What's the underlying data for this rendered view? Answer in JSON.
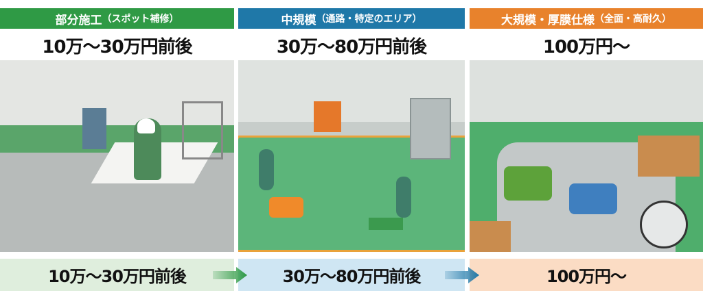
{
  "columns": [
    {
      "title": "部分施工",
      "subtitle": "（スポット補修）",
      "price": "10万〜30万円前後",
      "color": "#2f9a45",
      "bottom_color": "#dfeedd"
    },
    {
      "title": "中規模",
      "subtitle": "（通路・特定のエリア）",
      "price": "30万〜80万円前後",
      "color": "#1f78a8",
      "bottom_color": "#cfe6f3"
    },
    {
      "title": "大規模・厚膜仕様",
      "subtitle": "（全面・高耐久）",
      "price": "100万円〜",
      "color": "#e8822c",
      "bottom_color": "#fbdcc4"
    }
  ],
  "bottom_bar": {
    "prices": [
      "10万〜30万円前後",
      "30万〜80万円前後",
      "100万円〜"
    ]
  }
}
